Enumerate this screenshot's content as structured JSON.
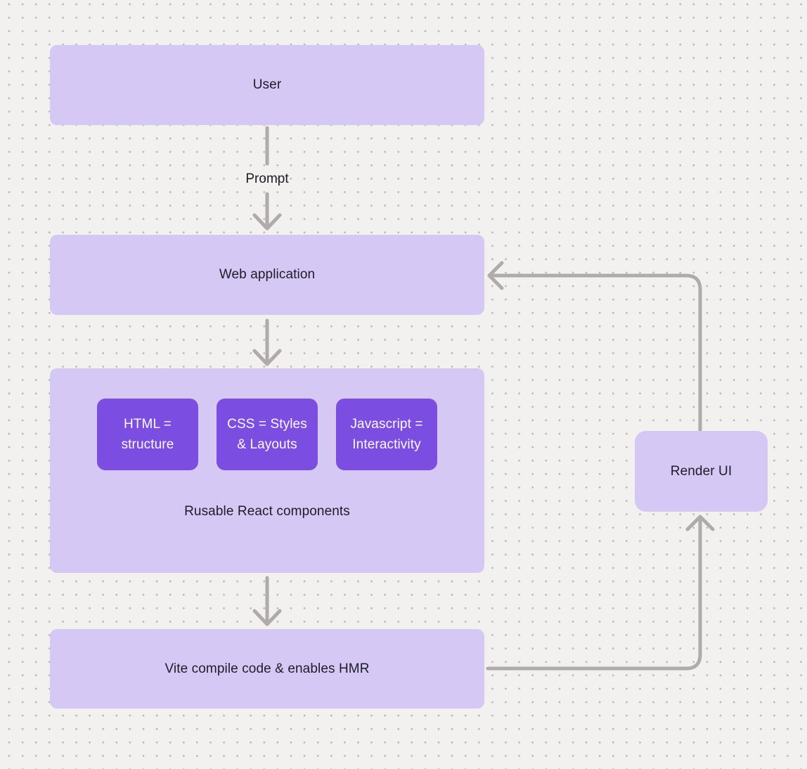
{
  "diagram": {
    "nodes": {
      "user": {
        "label": "User"
      },
      "web_application": {
        "label": "Web application"
      },
      "react_components": {
        "label": "Rusable React components",
        "children": [
          {
            "id": "html",
            "label": "HTML = structure"
          },
          {
            "id": "css",
            "label": "CSS = Styles & Layouts"
          },
          {
            "id": "javascript",
            "label": "Javascript = Interactivity"
          }
        ]
      },
      "vite": {
        "label": "Vite compile code & enables HMR"
      },
      "render_ui": {
        "label": "Render UI"
      }
    },
    "edges": [
      {
        "from": "user",
        "to": "web_application",
        "label": "Prompt"
      },
      {
        "from": "web_application",
        "to": "react_components",
        "label": ""
      },
      {
        "from": "react_components",
        "to": "vite",
        "label": ""
      },
      {
        "from": "vite",
        "to": "render_ui",
        "label": ""
      },
      {
        "from": "render_ui",
        "to": "web_application",
        "label": ""
      }
    ],
    "colors": {
      "background": "#f2f1ef",
      "grid_dot": "#b9b7b5",
      "node_fill": "#d6c8f4",
      "accent_fill": "#7b4de0",
      "accent_text": "#fbfaff",
      "node_text": "#1d1d27",
      "connector": "#aeabaa"
    }
  }
}
